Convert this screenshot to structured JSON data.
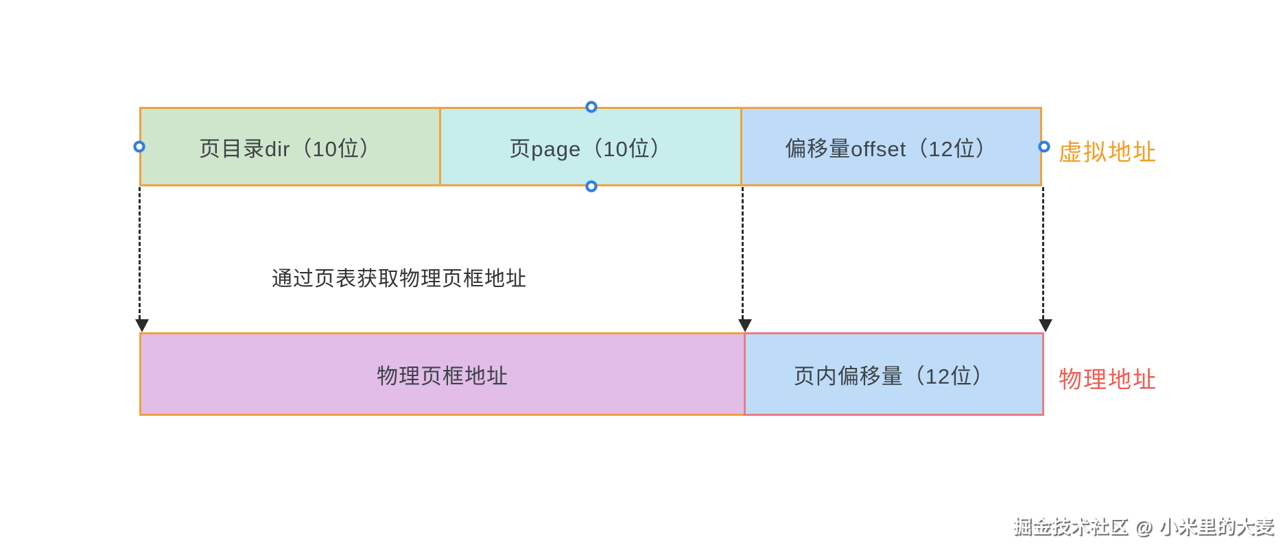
{
  "diagram": {
    "annotation": "通过页表获取物理页框地址",
    "watermark": "掘金技术社区 @ 小米里的大麦",
    "virtual_row": {
      "side_label": "虚拟地址",
      "side_label_color": "#f79b22",
      "border_color": "#efa23f",
      "segments": [
        {
          "label": "页目录dir（10位）",
          "fill": "#d0e6cc"
        },
        {
          "label": "页page（10位）",
          "fill": "#c7eded"
        },
        {
          "label": "偏移量offset（12位）",
          "fill": "#bedcf7"
        }
      ]
    },
    "physical_row": {
      "side_label": "物理地址",
      "side_label_color": "#f25b52",
      "segments": [
        {
          "label": "物理页框地址",
          "fill": "#e1bde8",
          "border_color": "#efa23f"
        },
        {
          "label": "页内偏移量（12位）",
          "fill": "#bedcf7",
          "border_color": "#e87d84"
        }
      ]
    },
    "arrow_color": "#2b2b2b",
    "selection_handle_color": "#2e7ee0",
    "box_text_color": "#3e4347"
  }
}
